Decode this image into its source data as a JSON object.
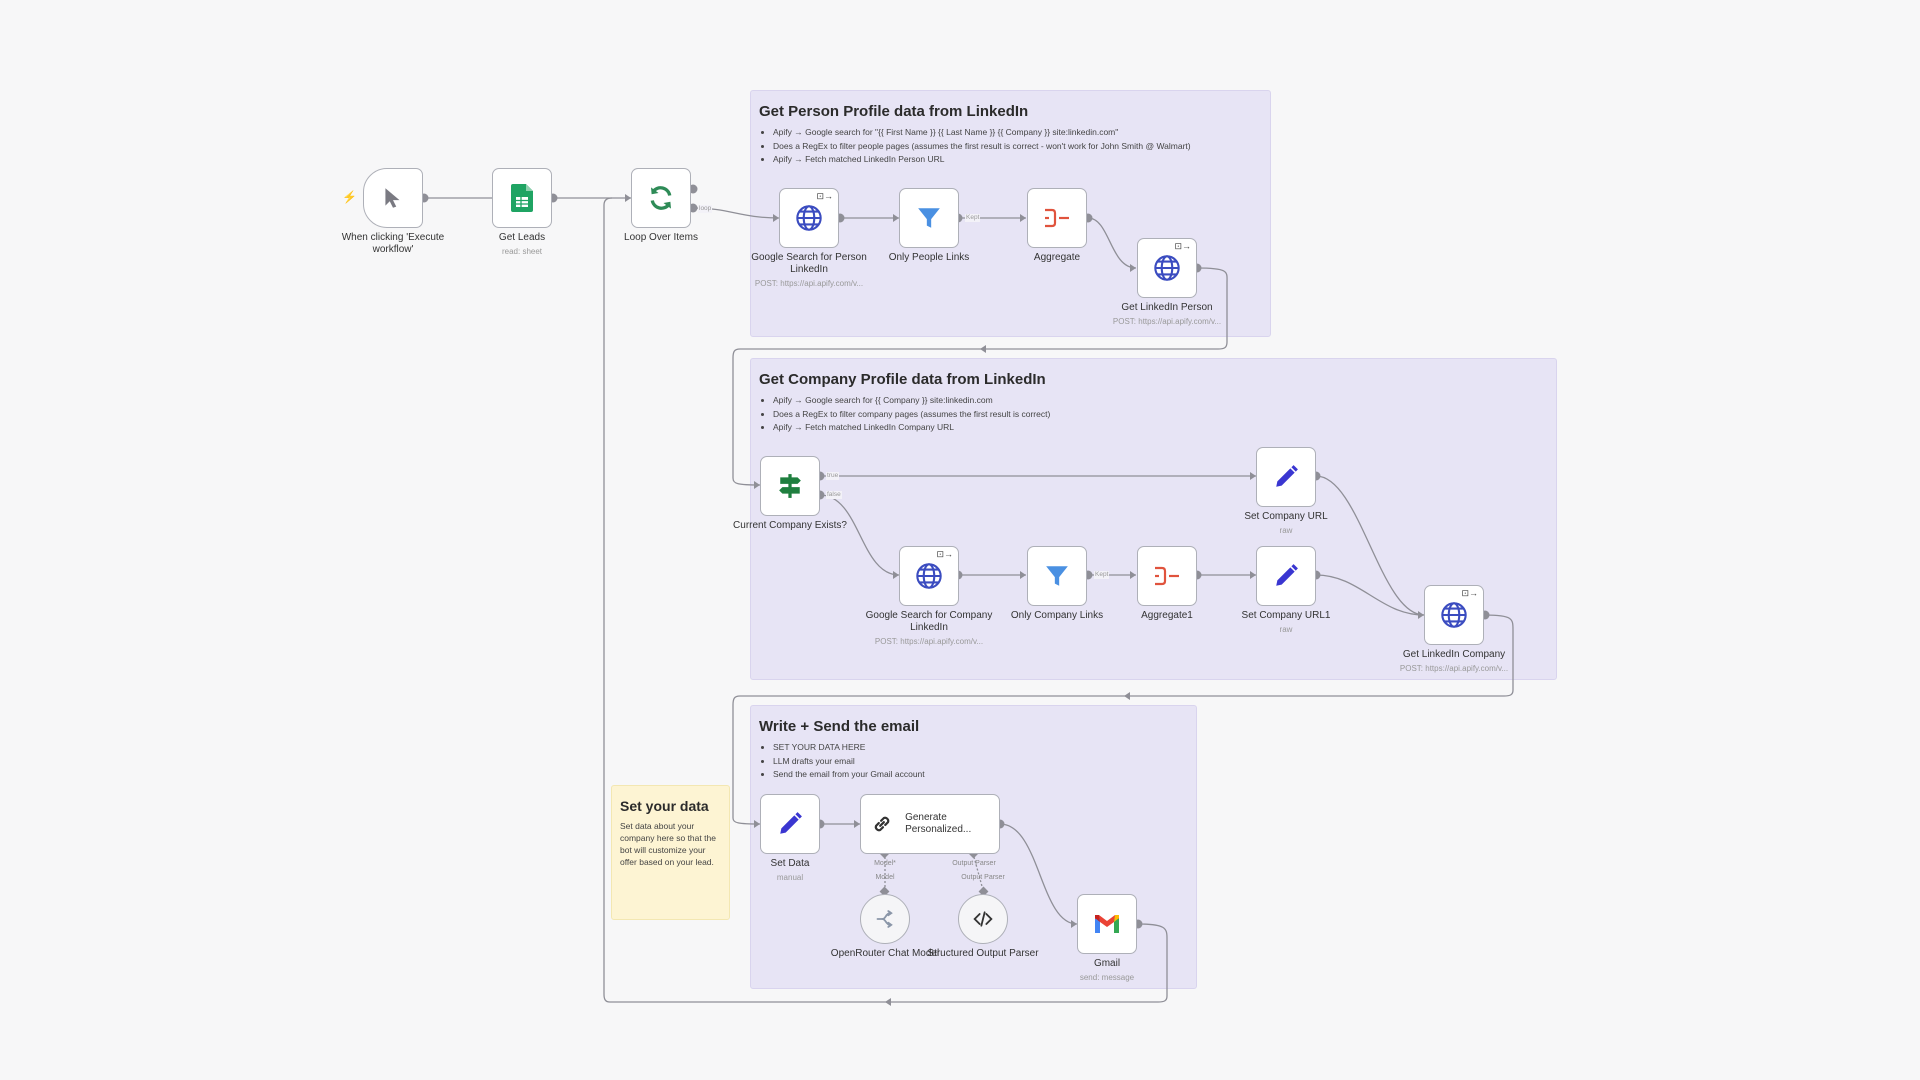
{
  "groups": {
    "person": {
      "title": "Get Person Profile data from LinkedIn",
      "bullets": [
        "Apify → Google search for \"{{ First Name }} {{ Last Name }} {{ Company }} site:linkedin.com\"",
        "Does a RegEx to filter people pages (assumes the first result is correct - won't work for John Smith @ Walmart)",
        "Apify → Fetch matched LinkedIn Person URL"
      ]
    },
    "company": {
      "title": "Get Company Profile data from LinkedIn",
      "bullets": [
        "Apify → Google search for {{ Company }} site:linkedin.com",
        "Does a RegEx to filter company pages (assumes the first result is correct)",
        "Apify → Fetch matched LinkedIn Company URL"
      ]
    },
    "email": {
      "title": "Write + Send the email",
      "bullets": [
        "SET YOUR DATA HERE",
        "LLM drafts your email",
        "Send the email from your Gmail account"
      ]
    },
    "note": {
      "title": "Set your data",
      "body": "Set data about your company here so that the bot will customize your offer based on your lead."
    }
  },
  "nodes": {
    "trigger": {
      "label": "When clicking 'Execute workflow'"
    },
    "get_leads": {
      "label": "Get Leads",
      "sub": "read: sheet"
    },
    "loop": {
      "label": "Loop Over Items"
    },
    "google_person": {
      "label": "Google Search for Person LinkedIn",
      "sub": "POST: https://api.apify.com/v..."
    },
    "only_people": {
      "label": "Only People Links"
    },
    "aggregate": {
      "label": "Aggregate"
    },
    "get_person": {
      "label": "Get LinkedIn Person",
      "sub": "POST: https://api.apify.com/v..."
    },
    "company_exists": {
      "label": "Current Company Exists?"
    },
    "set_company_url": {
      "label": "Set Company URL",
      "sub": "raw"
    },
    "google_company": {
      "label": "Google Search for Company LinkedIn",
      "sub": "POST: https://api.apify.com/v..."
    },
    "only_company": {
      "label": "Only Company Links"
    },
    "aggregate1": {
      "label": "Aggregate1"
    },
    "set_company_url1": {
      "label": "Set Company URL1",
      "sub": "raw"
    },
    "get_company": {
      "label": "Get LinkedIn Company",
      "sub": "POST: https://api.apify.com/v..."
    },
    "set_data": {
      "label": "Set Data",
      "sub": "manual"
    },
    "generate": {
      "label": "Generate Personalized..."
    },
    "openrouter": {
      "label": "OpenRouter Chat Model"
    },
    "parser": {
      "label": "Structured Output Parser"
    },
    "gmail": {
      "label": "Gmail",
      "sub": "send: message"
    }
  },
  "edge_labels": {
    "loop": "loop",
    "kept": "Kept",
    "kept2": "Kept",
    "true": "true",
    "false": "false"
  },
  "connectors": {
    "model_top": "Model*",
    "model_bottom": "Model",
    "parser_top": "Output Parser",
    "parser_bottom": "Output Parser"
  },
  "icons": {
    "badge": "⊡→",
    "bolt": "⚡"
  },
  "colors": {
    "edge": "#8f8f97",
    "group_bg": "#e7e4f5",
    "note_bg": "#fdf4d3",
    "sheets_green": "#1fa463",
    "loop_green": "#2e8b57",
    "globe_blue": "#3b4cc0",
    "filter_blue": "#4a90e2",
    "aggregate_red": "#e0533d",
    "pen_blue": "#3a36d1",
    "if_green": "#1f7f3f",
    "trigger_orange": "#f08a24"
  }
}
